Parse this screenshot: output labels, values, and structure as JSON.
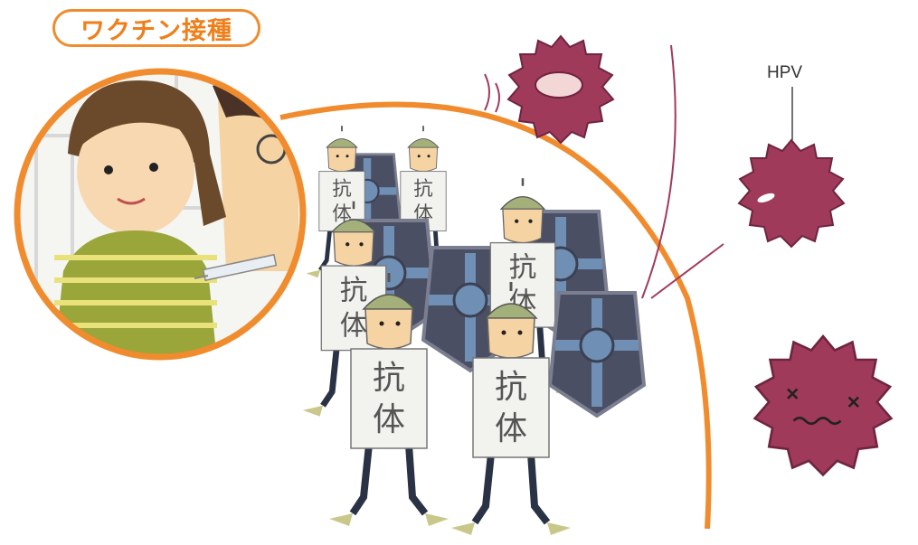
{
  "title_pill": "ワクチン接種",
  "hpv_label": "HPV",
  "antibody_char1": "抗",
  "antibody_char2": "体",
  "colors": {
    "accent_orange": "#f08c2e",
    "virus": "#a03a5a",
    "shield": "#4b4f63",
    "skin": "#f6d3a3",
    "helmet": "#a3b07a"
  }
}
